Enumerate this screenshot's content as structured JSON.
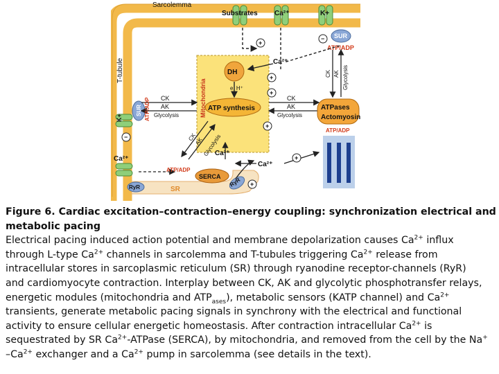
{
  "diagram": {
    "labels": {
      "sarcolemma": "Sarcolemma",
      "t_tubule": "T-tubule",
      "substrates": "Substrates",
      "ca_top": "Ca²⁺",
      "k_top": "K+",
      "sur_top": "SUR",
      "atp_adp_top": "ATP/ADP",
      "mitochondria": "Mitochondria",
      "dh": "DH",
      "e_h": "e, H⁺",
      "ca_mito_in": "Ca²⁺",
      "ck_left": "CK",
      "ak_left": "AK",
      "glyc_left": "Glycolysis",
      "ck_right": "CK",
      "ak_right": "AK",
      "glyc_right": "Glycolysis",
      "ck_vert": "CK",
      "ak_vert": "AK",
      "glyc_vert": "Glycolysis",
      "atp_synthesis": "ATP synthesis",
      "atpases": "ATPases",
      "actomyosin": "Actomyosin",
      "atp_adp_right": "ATP/ADP",
      "k_left": "K+",
      "sur_left": "SUR",
      "atp_adp_left": "ATP/ADP",
      "ck_diag": "CK",
      "ak_diag": "AK",
      "glyc_diag": "Glycolysis",
      "ca_mito": "Ca²⁺",
      "ca_left": "Ca²⁺",
      "ca_center": "Ca²⁺",
      "atp_adp_sr": "ATP/ADP",
      "serca": "SERCA",
      "ryr_left": "RyR",
      "ryr_right": "RyR",
      "sr": "SR",
      "plus": "+",
      "minus": "−"
    },
    "colors": {
      "membrane": "#f2b94a",
      "membrane_edge": "#c98a1e",
      "mito_fill": "#fbe27a",
      "channel": "#8fcf7a",
      "receptor": "#8aa7d6",
      "dh_fill": "#f0a53c",
      "atp_synth_fill": "#f4b536",
      "atpases_fill": "#f3a63a",
      "serca_fill": "#e89a3a",
      "sr_fill": "#f7e3c2",
      "sr_text": "#e08a2a",
      "atpadp_text": "#d23b1a",
      "myofil": "#1d3f8f",
      "myofil_bg": "#bcd0ea"
    }
  },
  "caption": {
    "title_line1": "Figure 6. Cardiac excitation–contraction–energy coupling: synchronization electrical and",
    "title_line2": "metabolic pacing",
    "l1_a": "Electrical pacing induced action potential and membrane depolarization causes Ca",
    "l1_sup": "2+",
    "l1_b": " influx",
    "l2_a": "through L-type Ca",
    "l2_sup": "2+",
    "l2_b": " channels in sarcolemma and T-tubules triggering Ca",
    "l2_sup2": "2+",
    "l2_c": " release from",
    "l3": "intracellular stores in sarcoplasmic reticulum (SR) through ryanodine receptor-channels (RyR)",
    "l4": "and cardiomyocyte contraction. Interplay between CK, AK and glycolytic phosphotransfer relays,",
    "l5_a": "energetic modules (mitochondria and ATP",
    "l5_sub": "ases",
    "l5_b": "), metabolic sensors (KATP channel) and Ca",
    "l5_sup": "2+",
    "l6": "transients, generate metabolic pacing signals in synchrony with the electrical and functional",
    "l7_a": "activity to ensure cellular energetic homeostasis. After contraction intracellular Ca",
    "l7_sup": "2+",
    "l7_b": " is",
    "l8_a": "sequestrated by SR Ca",
    "l8_sup": "2+",
    "l8_b": "-ATPase (SERCA), by mitochondria, and removed from the cell by the Na",
    "l8_sup2": "+",
    "l9_a": "–Ca",
    "l9_sup": "2+",
    "l9_b": " exchanger and a Ca",
    "l9_sup2": "2+",
    "l9_c": " pump in sarcolemma (see details in the text)."
  }
}
